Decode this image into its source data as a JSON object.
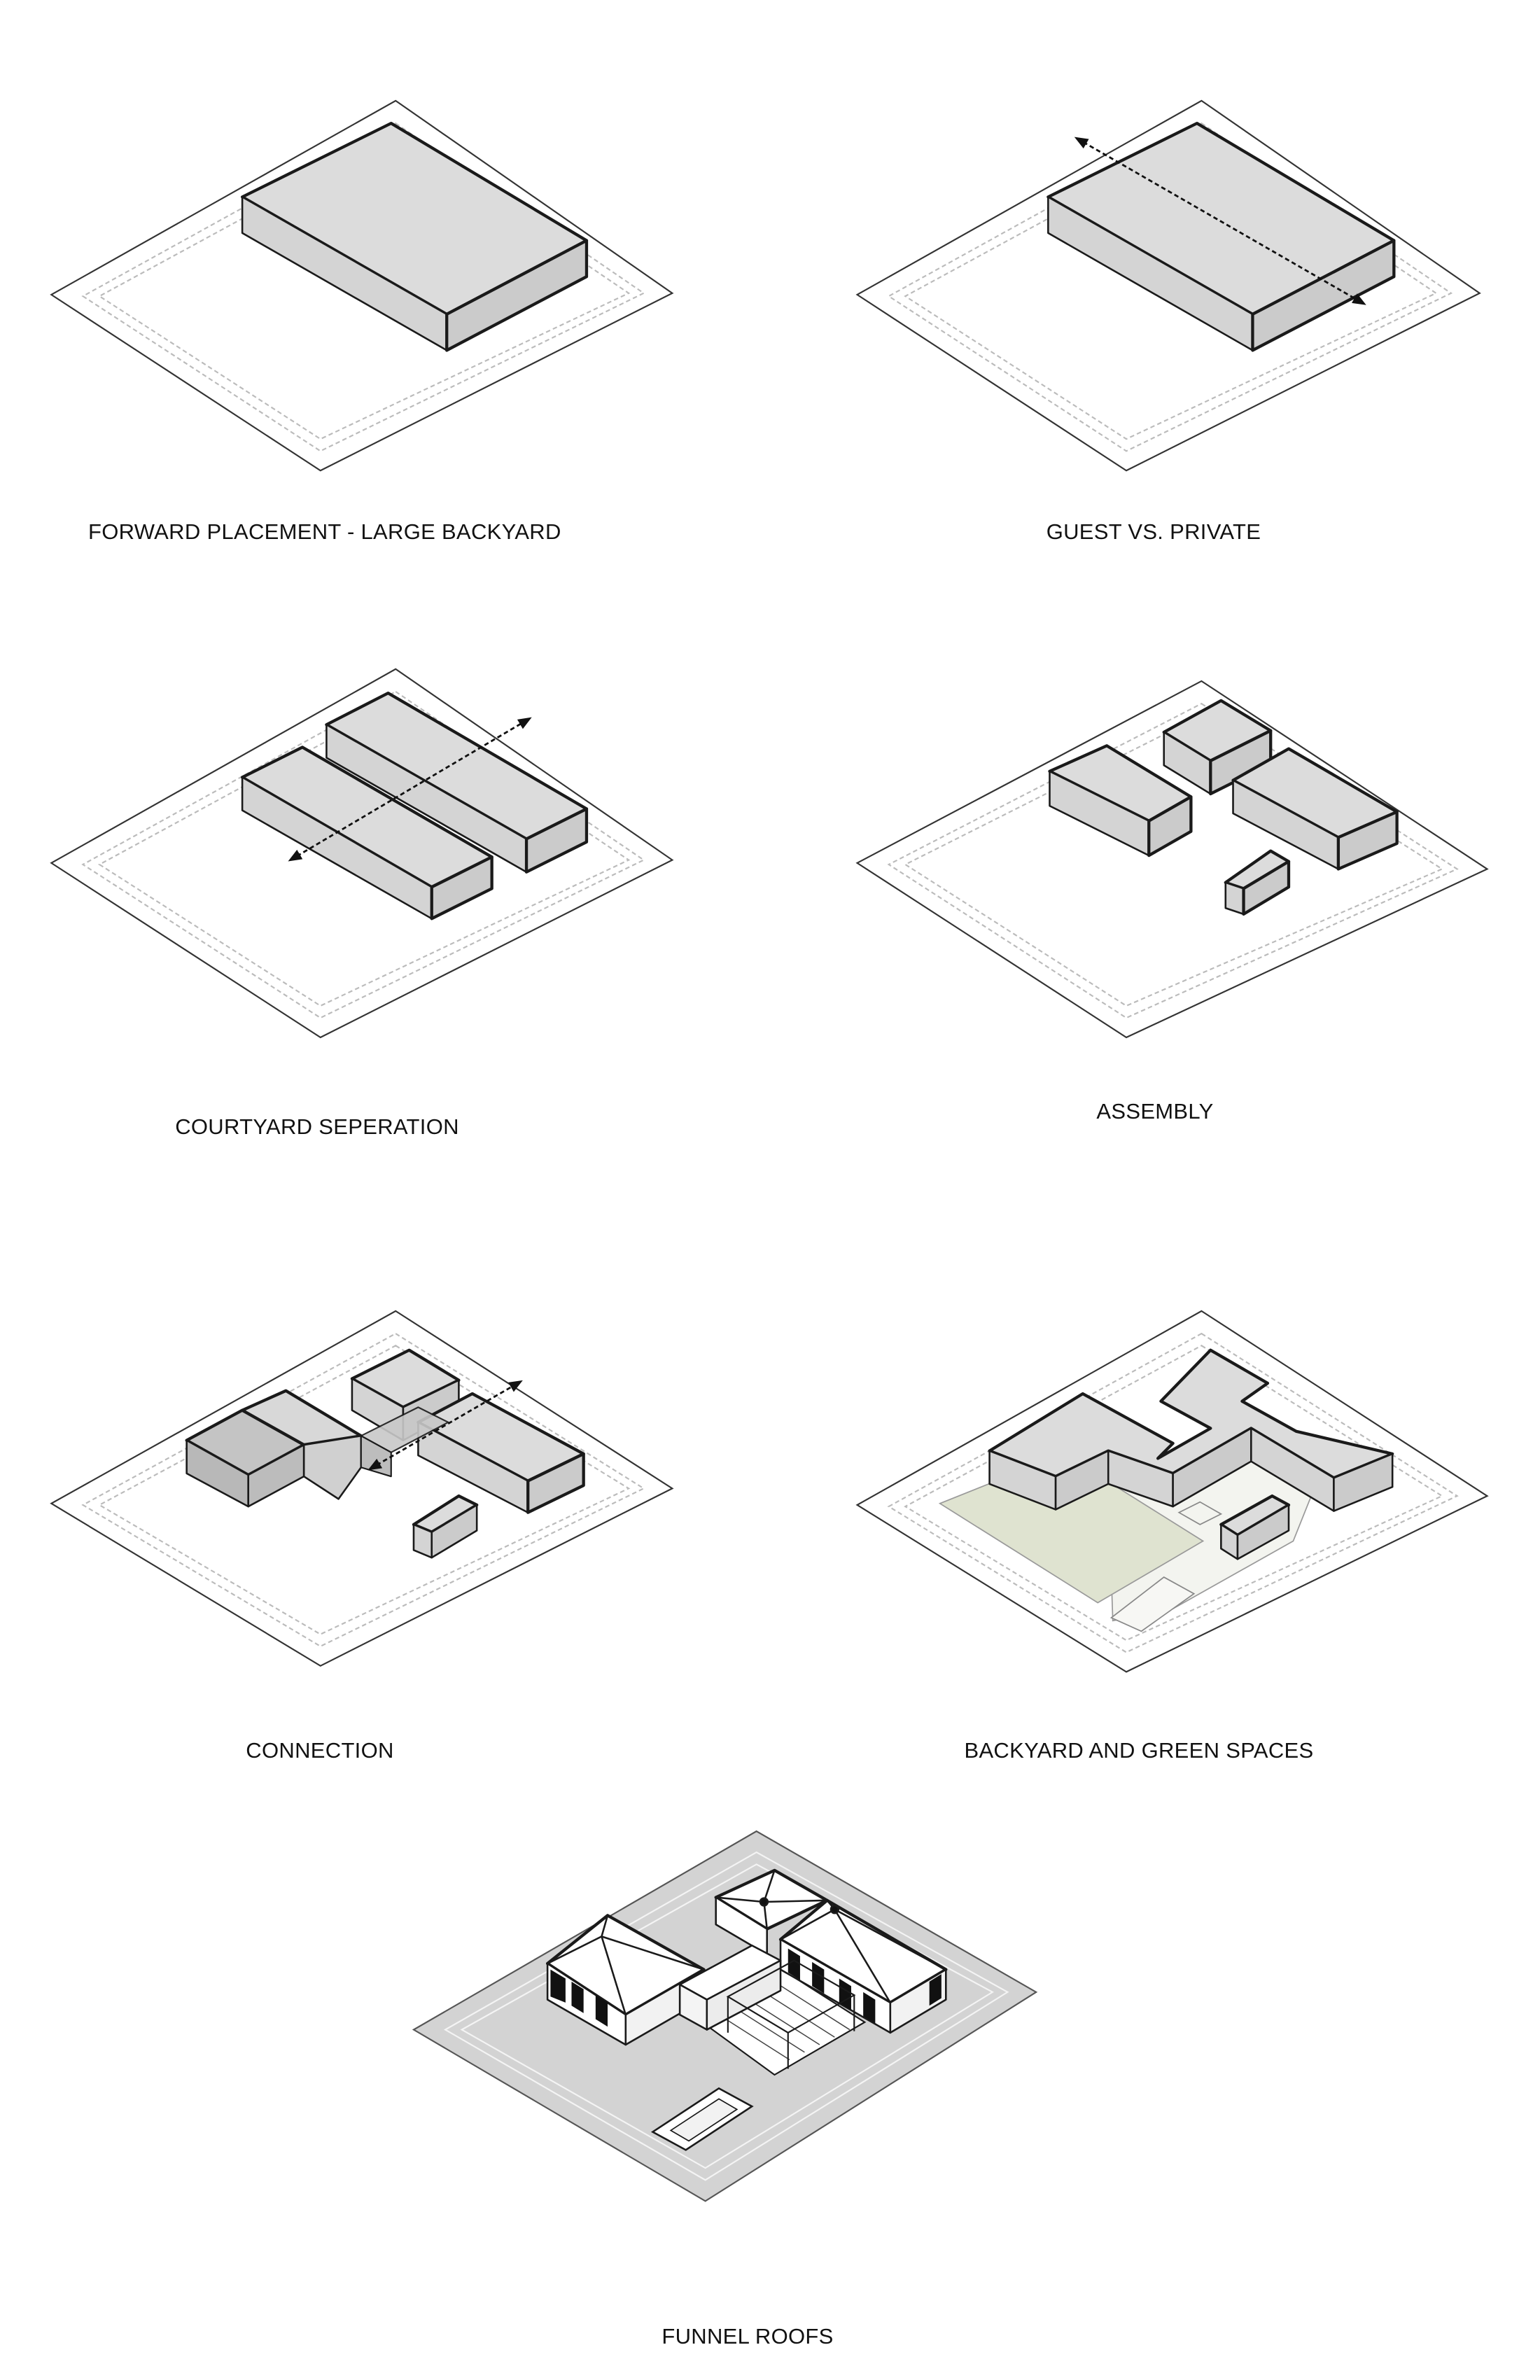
{
  "colors": {
    "massing": "#dcdcdc",
    "massing_shadow": "#cfcfcf",
    "outline": "#1a1a1a",
    "site_line": "#333333",
    "setback": "#bdbdbd",
    "green_space": "#dfe3d0",
    "hardscape": "#f3f4ef",
    "ground": "#d3d3d3",
    "roof": "#ffffff",
    "window": "#111111"
  },
  "diagrams": [
    {
      "caption": "FORWARD PLACEMENT - LARGE BACKYARD",
      "icon": "single-volume"
    },
    {
      "caption": "GUEST VS. PRIVATE",
      "icon": "single-volume-with-axis"
    },
    {
      "caption": "COURTYARD SEPERATION",
      "icon": "two-bars-with-axis"
    },
    {
      "caption": "ASSEMBLY",
      "icon": "four-blocks"
    },
    {
      "caption": "CONNECTION",
      "icon": "linked-blocks"
    },
    {
      "caption": "BACKYARD AND GREEN SPACES",
      "icon": "h-plan-with-yard"
    },
    {
      "caption": "FUNNEL ROOFS",
      "icon": "roofed-house"
    }
  ]
}
